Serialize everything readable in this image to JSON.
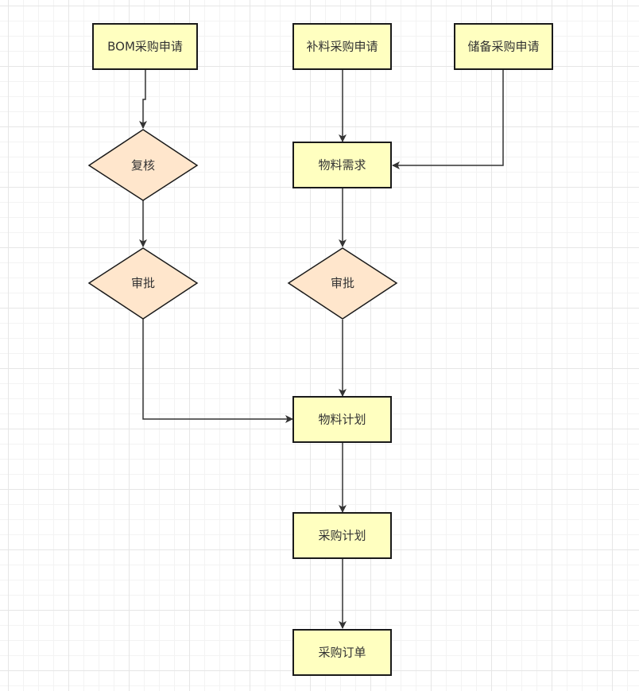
{
  "colors": {
    "process_fill": "#ffffc0",
    "decision_fill": "#ffe6cc",
    "stroke": "#1a1a1a",
    "edge": "#333333",
    "grid": "#e6e6e6"
  },
  "nodes": {
    "bom_request": {
      "label": "BOM采购申请",
      "shape": "process"
    },
    "supplement_request": {
      "label": "补料采购申请",
      "shape": "process"
    },
    "reserve_request": {
      "label": "储备采购申请",
      "shape": "process"
    },
    "review": {
      "label": "复核",
      "shape": "decision"
    },
    "material_demand": {
      "label": "物料需求",
      "shape": "process"
    },
    "approve_left": {
      "label": "审批",
      "shape": "decision"
    },
    "approve_right": {
      "label": "审批",
      "shape": "decision"
    },
    "material_plan": {
      "label": "物料计划",
      "shape": "process"
    },
    "purchase_plan": {
      "label": "采购计划",
      "shape": "process"
    },
    "purchase_order": {
      "label": "采购订单",
      "shape": "process"
    }
  },
  "edges": [
    {
      "from": "bom_request",
      "to": "review"
    },
    {
      "from": "review",
      "to": "approve_left"
    },
    {
      "from": "approve_left",
      "to": "material_plan"
    },
    {
      "from": "supplement_request",
      "to": "material_demand"
    },
    {
      "from": "reserve_request",
      "to": "material_demand"
    },
    {
      "from": "material_demand",
      "to": "approve_right"
    },
    {
      "from": "approve_right",
      "to": "material_plan"
    },
    {
      "from": "material_plan",
      "to": "purchase_plan"
    },
    {
      "from": "purchase_plan",
      "to": "purchase_order"
    }
  ]
}
